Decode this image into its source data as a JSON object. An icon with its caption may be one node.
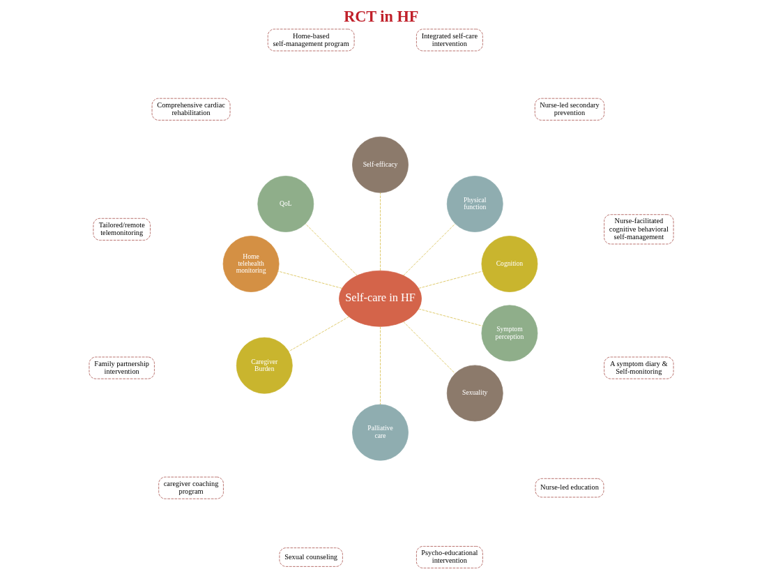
{
  "diagram": {
    "title": "RCT in HF",
    "nodes": [
      {
        "text": [
          "Self-care in HF"
        ]
      },
      {
        "text": [
          "Cognition"
        ]
      },
      {
        "text": [
          "Physical function"
        ]
      },
      {
        "text": [
          "Self-efficacy"
        ]
      },
      {
        "text": [
          "QoL"
        ]
      },
      {
        "text": [
          "Home telehealth monitoring"
        ]
      },
      {
        "text": [
          "Caregiver Burden"
        ]
      },
      {
        "text": [
          "Palliative care"
        ]
      },
      {
        "text": [
          "Sexuality"
        ]
      },
      {
        "text": [
          "Symptom perception"
        ]
      },
      {
        "text": [
          "Nurse-facilitated cognitive behavioral self-management"
        ]
      },
      {
        "text": [
          "Nurse-led secondary prevention"
        ]
      },
      {
        "text": [
          "A symptom diary & Self-monitoring"
        ]
      },
      {
        "text": [
          "Integrated self-care intervention"
        ]
      },
      {
        "text": [
          "Nurse-led education"
        ]
      },
      {
        "text": [
          "Home-based self-management program"
        ]
      },
      {
        "text": [
          "Sexual counseling"
        ]
      },
      {
        "text": [
          "Comprehensive cardiac rehabilitation"
        ]
      },
      {
        "text": [
          "Psycho-educational intervention"
        ]
      },
      {
        "text": [
          "Tailored/remote telemonitoring"
        ]
      },
      {
        "text": [
          "Family partnership intervention"
        ]
      },
      {
        "text": [
          "caregiver coaching program"
        ]
      }
    ],
    "edges": [
      {
        "from": 0,
        "to": 1,
        "arrow": "none",
        "style": "dashed"
      },
      {
        "from": 0,
        "to": 2,
        "arrow": "none",
        "style": "dashed"
      },
      {
        "from": 0,
        "to": 3,
        "arrow": "none",
        "style": "dashed"
      },
      {
        "from": 0,
        "to": 4,
        "arrow": "none",
        "style": "dashed"
      },
      {
        "from": 0,
        "to": 5,
        "arrow": "none",
        "style": "dashed"
      },
      {
        "from": 0,
        "to": 6,
        "arrow": "none",
        "style": "dashed"
      },
      {
        "from": 0,
        "to": 7,
        "arrow": "none",
        "style": "dashed"
      },
      {
        "from": 0,
        "to": 8,
        "arrow": "none",
        "style": "dashed"
      },
      {
        "from": 0,
        "to": 9,
        "arrow": "none",
        "style": "dashed"
      }
    ]
  }
}
